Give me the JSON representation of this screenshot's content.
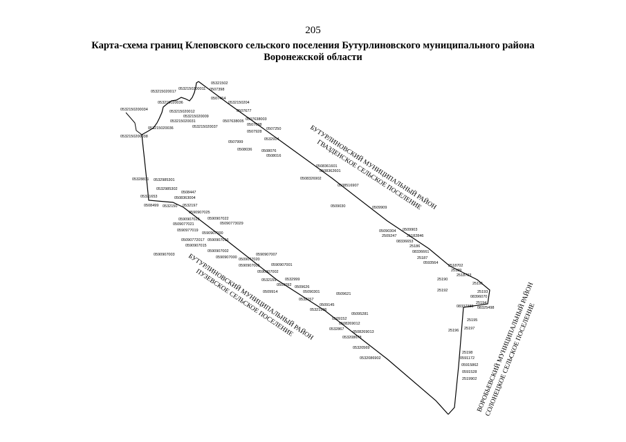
{
  "page_number": "205",
  "title_line1": "Карта-схема границ Клеповского сельского поселения Бутурлиновского муниципального района",
  "title_line2": "Воронежской области",
  "neighbors": [
    {
      "line1": "БУТУРЛИНОВСКИЙ МУНИЦИПАЛЬНЫЙ РАЙОН",
      "line2": "ГВАЗДЕНСКОЕ СЕЛЬСКОЕ ПОСЕЛЕНИЕ"
    },
    {
      "line1": "БУТУРЛИНОВСКИЙ МУНИЦИПАЛЬНЫЙ РАЙОН",
      "line2": "ПУЗЕВСКОЕ СЕЛЬСКОЕ ПОСЕЛЕНИЕ"
    },
    {
      "line1": "ВОРОБЬЕВСКИЙ МУНИЦИПАЛЬНЫЙ РАЙОН",
      "line2": "СОЛОНЕЦКОЕ СЕЛЬСКОЕ ПОСЕЛЕНИЕ"
    }
  ],
  "point_labels": [
    "05321502",
    "0532150200011",
    "0507398",
    "0507464",
    "053215020017",
    "0532150204",
    "053215020036",
    "0507677",
    "053215020012",
    "053215020009",
    "0532150200034",
    "053215020031",
    "0507638003",
    "0507638",
    "053215020036",
    "053215020037",
    "0532150200038",
    "0507638005",
    "0507928",
    "0507250",
    "0507999",
    "0532914",
    "0508036",
    "0508076",
    "0508016",
    "0508361601",
    "0508362601",
    "0508326902",
    "0508516907",
    "05328831",
    "0532985301",
    "0532985302",
    "05321653",
    "0508447",
    "0508499",
    "0508363004",
    "0532150",
    "0532197",
    "0590907025",
    "0590907023",
    "0590907022",
    "0509077021",
    "05090773029",
    "0590977019",
    "0590907000",
    "05090772017",
    "0590907016",
    "0590907015",
    "0590907002",
    "0590907000",
    "0590907003",
    "0509077020",
    "0590907007",
    "0590907005",
    "0590907002",
    "0590907001",
    "0532159",
    "0509092",
    "0509914",
    "0532999",
    "0509626",
    "05090301",
    "0532157",
    "0509621",
    "0509145",
    "05321996",
    "0509152",
    "05095281",
    "0508269012",
    "0508269013",
    "0532867",
    "053208678",
    "05320569",
    "0532086902",
    "0509030",
    "0509909",
    "05090304",
    "0509903",
    "2509247",
    "25182846",
    "08336653",
    "25186",
    "08336661",
    "25187",
    "0593564",
    "2518702",
    "25189",
    "2518703",
    "25190",
    "25191",
    "25192",
    "25193",
    "08396070",
    "25194",
    "08325498",
    "08337388",
    "25195",
    "25196",
    "25197",
    "25198",
    "0591172",
    "05915862",
    "0591528",
    "2519902"
  ]
}
